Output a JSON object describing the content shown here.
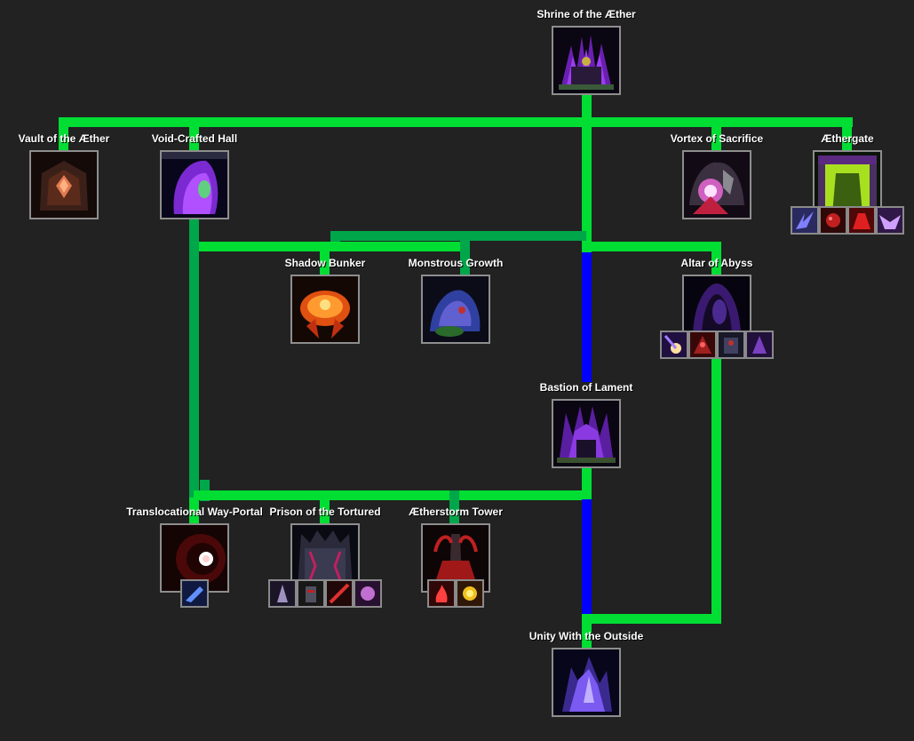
{
  "tree": {
    "nodes": [
      {
        "id": "shrine",
        "label": "Shrine of the Æther",
        "icon": "purple-spire-building-icon"
      },
      {
        "id": "vault",
        "label": "Vault of the Æther",
        "icon": "dark-vault-building-icon"
      },
      {
        "id": "void_hall",
        "label": "Void-Crafted Hall",
        "icon": "purple-hooded-hall-icon"
      },
      {
        "id": "vortex",
        "label": "Vortex of Sacrifice",
        "icon": "sacrifice-vortex-icon"
      },
      {
        "id": "aethergate",
        "label": "Æthergate",
        "icon": "green-portal-gate-icon"
      },
      {
        "id": "shadow_bunker",
        "label": "Shadow Bunker",
        "icon": "orange-bunker-icon"
      },
      {
        "id": "monstrous_growth",
        "label": "Monstrous Growth",
        "icon": "monstrous-growth-icon"
      },
      {
        "id": "altar_abyss",
        "label": "Altar of Abyss",
        "icon": "dark-altar-icon"
      },
      {
        "id": "bastion",
        "label": "Bastion of Lament",
        "icon": "purple-bastion-icon"
      },
      {
        "id": "way_portal",
        "label": "Translocational Way-Portal",
        "icon": "red-way-portal-icon"
      },
      {
        "id": "prison",
        "label": "Prison of the Tortured",
        "icon": "spiked-prison-icon"
      },
      {
        "id": "aetherstorm",
        "label": "Ætherstorm Tower",
        "icon": "storm-tower-icon"
      },
      {
        "id": "unity",
        "label": "Unity With the Outside",
        "icon": "purple-crystal-unity-icon"
      }
    ],
    "sub_icons": {
      "aethergate": [
        "blue-claw-unit-icon",
        "red-demon-unit-icon",
        "red-beast-unit-icon",
        "violet-winged-unit-icon"
      ],
      "altar_abyss": [
        "light-burst-hero-icon",
        "red-fiend-hero-icon",
        "armored-horror-hero-icon",
        "violet-sorcerer-hero-icon"
      ],
      "way_portal": [
        "blue-blink-ability-icon"
      ],
      "prison": [
        "pale-wraith-unit-icon",
        "dark-knight-unit-icon",
        "red-slasher-unit-icon",
        "pink-specter-unit-icon"
      ],
      "aetherstorm": [
        "red-flame-ability-icon",
        "golden-orb-ability-icon"
      ]
    }
  }
}
